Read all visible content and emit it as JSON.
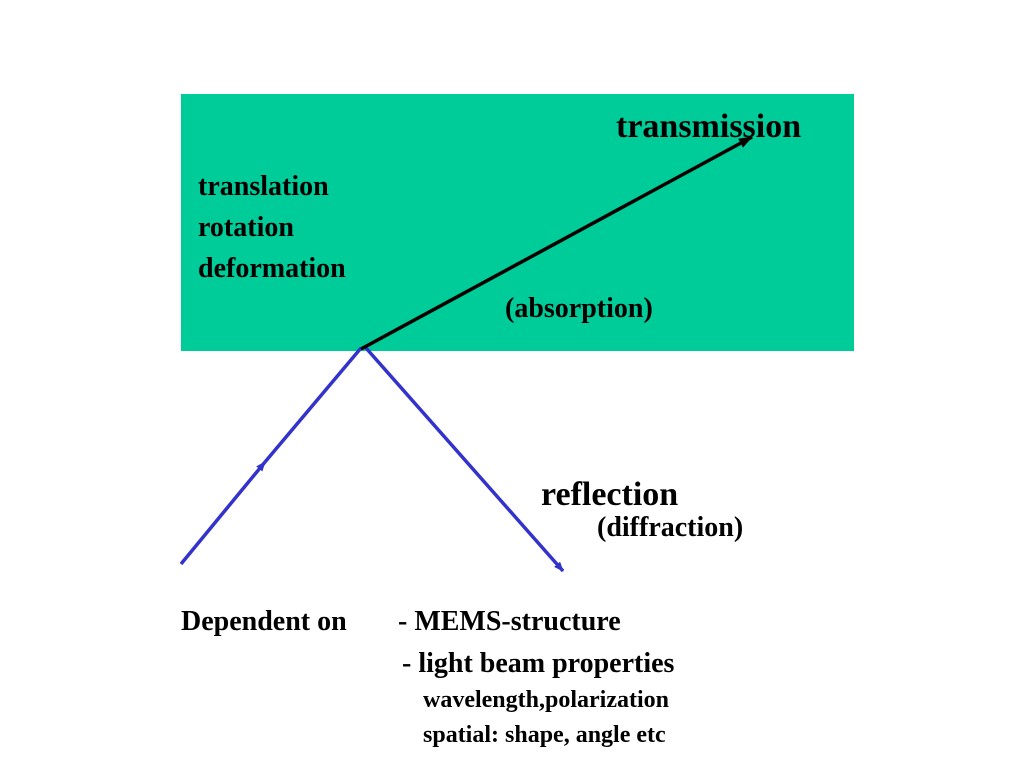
{
  "colors": {
    "medium_fill": "#00cc99",
    "incident_beam": "#3333cc",
    "transmitted_beam": "#000000",
    "text": "#000000"
  },
  "labels": {
    "transmission": "transmission",
    "translation": "translation",
    "rotation": "rotation",
    "deformation": "deformation",
    "absorption": "(absorption)",
    "reflection": "reflection",
    "diffraction": "(diffraction)"
  },
  "dependency": {
    "lead": "Dependent on",
    "mems": "- MEMS-structure",
    "beam": "- light beam properties",
    "wavelength": "wavelength,polarization",
    "spatial": "spatial: shape, angle etc"
  }
}
